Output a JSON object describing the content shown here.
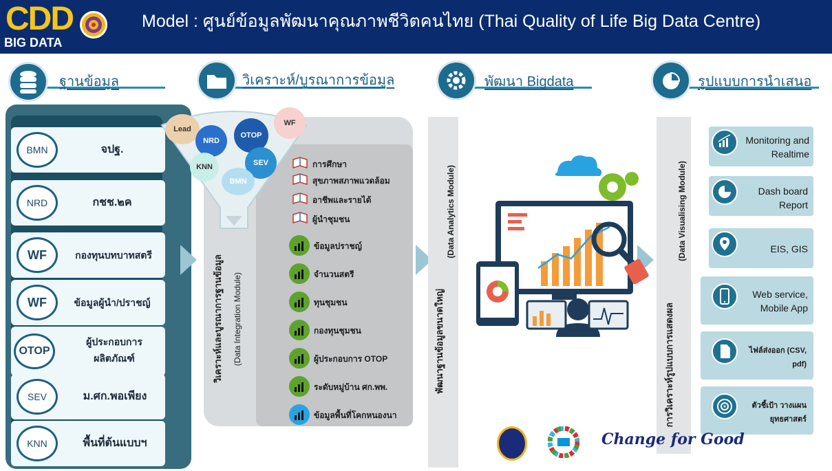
{
  "header": {
    "logo_text": "CDD",
    "logo_sub": "BIG DATA",
    "title": "Model : ศูนย์ข้อมูลพัฒนาคุณภาพชีวิตคนไทย (Thai Quality of Life Big Data Centre)"
  },
  "sections": [
    {
      "label": "ฐานข้อมูล",
      "icon": "database-icon"
    },
    {
      "label": "วิเคราะห์/บูรณาการข้อมูล",
      "icon": "folder-icon"
    },
    {
      "label": "พัฒนา Bigdata",
      "icon": "gear-icon"
    },
    {
      "label": "รูปแบบการนำเสนอ",
      "icon": "pie-chart-icon"
    }
  ],
  "databases": [
    {
      "badge": "BMN",
      "label": "จปฐ."
    },
    {
      "badge": "NRD",
      "label": "กชช.๒ค"
    },
    {
      "badge": "WF",
      "label": "กองทุนบทบาทสตรี"
    },
    {
      "badge": "WF",
      "label": "ข้อมูลผู้นำ/ปราชญ์"
    },
    {
      "badge": "OTOP",
      "label": "ผู้ประกอบการ ผลิตภัณฑ์"
    },
    {
      "badge": "SEV",
      "label": "ม.ศก.พอเพียง"
    },
    {
      "badge": "KNN",
      "label": "พื้นที่ต้นแบบฯ"
    }
  ],
  "funnel_sources": [
    "Lead",
    "NRD",
    "OTOP",
    "WF",
    "KNN",
    "SEV",
    "BMN"
  ],
  "integration": {
    "module_thai": "วิเคราะห์และบูรณาการฐานข้อมูล",
    "module_en": "(Data Integration Module)",
    "topics": [
      "การศึกษา",
      "สุขภาพสภาพแวดล้อม",
      "อาชีพและรายได้",
      "ผู้นำชุมชน"
    ],
    "datasets": [
      "ข้อมูลปราชญ์",
      "จำนวนสตรี",
      "ทุนชุมชน",
      "กองทุนชุมชน",
      "ผู้ประกอบการ OTOP",
      "ระดับหมู่บ้าน ศก.พพ.",
      "ข้อมูลพื้นที่โคกหนองนา"
    ]
  },
  "analytics": {
    "module_thai": "พัฒนาฐานข้อมูลขนาดใหญ่",
    "module_en": "(Data Analytics Module)"
  },
  "visualising": {
    "module_thai": "การวิเคราะห์รูปแบบการแสดงผล",
    "module_en": "(Data Visualising Module)"
  },
  "outputs": [
    {
      "label": "Monitoring and Realtime",
      "icon": "monitor-chart-icon"
    },
    {
      "label": "Dash board Report",
      "icon": "pie-icon"
    },
    {
      "label": "EIS, GIS",
      "icon": "map-pin-icon"
    },
    {
      "label": "Web service, Mobile App",
      "icon": "mobile-icon"
    },
    {
      "label": "ไฟล์ส่งออก (CSV, pdf)",
      "icon": "file-icon"
    },
    {
      "label": "ตัวชี้เป้า วางแผนยุทธศาสตร์",
      "icon": "target-icon"
    }
  ],
  "footer": {
    "slogan": "Change for Good"
  },
  "colors": {
    "header_bg": "#0a2c6e",
    "accent": "#1d6b8f",
    "logo_yellow": "#f5c51b"
  }
}
